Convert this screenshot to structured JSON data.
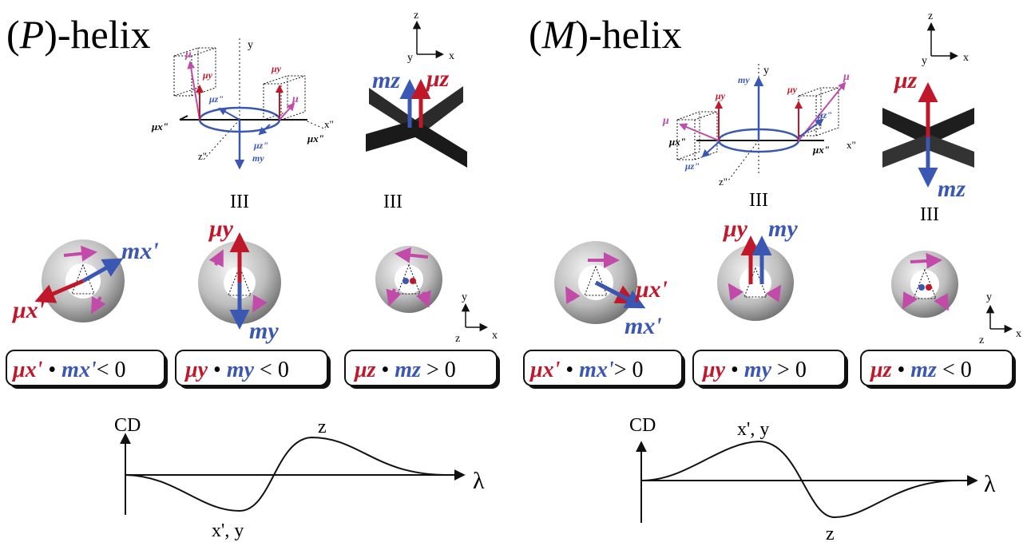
{
  "colors": {
    "red": "#c0172a",
    "blue": "#3a57b3",
    "magenta": "#c24aa8",
    "black": "#111111",
    "ring_gray": "#a9a9a9"
  },
  "panels": [
    {
      "id": "P",
      "title_letter": "P",
      "title_rest": "-helix",
      "helix": {
        "axis_labels": {
          "y": "y",
          "z": "z\"",
          "x": "x\""
        },
        "mu_x_left": "μx\"",
        "mu_x_right": "μx\"",
        "mu_upper_left": "μ",
        "mu_upper_right": "μ",
        "mu_y_left": "μy",
        "mu_y_right": "μy",
        "mu_z_top": "μz\"",
        "mu_z_bottom": "μz\"",
        "m_y": "my"
      },
      "side_view": {
        "axes": {
          "z": "z",
          "y": "y",
          "x": "x"
        },
        "m_z": "mz",
        "mu_z": "μz"
      },
      "equiv": "III",
      "bottom_axes": {
        "y": "y",
        "z": "z",
        "x": "x"
      },
      "views": [
        {
          "vector_labels": [
            "mx'",
            "μx'"
          ],
          "formula": {
            "left": "μx'",
            "right": "mx'",
            "relation": "< 0"
          }
        },
        {
          "vector_labels": [
            "μy",
            "my"
          ],
          "formula": {
            "left": "μy",
            "right": "my",
            "relation": "< 0"
          }
        },
        {
          "vector_labels": [],
          "formula": {
            "left": "μz",
            "right": "mz",
            "relation": "> 0"
          }
        }
      ],
      "cd": {
        "ylabel": "CD",
        "xlabel": "λ",
        "peak_neg_label": "x', y",
        "peak_pos_label": "z"
      }
    },
    {
      "id": "M",
      "title_letter": "M",
      "title_rest": "-helix",
      "helix": {
        "axis_labels": {
          "y": "y",
          "z": "z\"",
          "x": "x\""
        },
        "mu_x_left": "μx\"",
        "mu_x_right": "μx\"",
        "mu_upper_left": "μ",
        "mu_upper_right": "μ",
        "mu_y_left": "μy",
        "mu_y_right": "μy",
        "mu_z_top": "μz\"",
        "mu_z_bottom": "μz\"",
        "m_y": "my"
      },
      "side_view": {
        "axes": {
          "z": "z",
          "y": "y",
          "x": "x"
        },
        "m_z": "mz",
        "mu_z": "μz"
      },
      "equiv": "III",
      "bottom_axes": {
        "y": "y",
        "z": "z",
        "x": "x"
      },
      "views": [
        {
          "vector_labels": [
            "μx'",
            "mx'"
          ],
          "formula": {
            "left": "μx'",
            "right": "mx'",
            "relation": "> 0"
          }
        },
        {
          "vector_labels": [
            "μy",
            "my"
          ],
          "formula": {
            "left": "μy",
            "right": "my",
            "relation": "> 0"
          }
        },
        {
          "vector_labels": [],
          "formula": {
            "left": "μz",
            "right": "mz",
            "relation": "< 0"
          }
        }
      ],
      "cd": {
        "ylabel": "CD",
        "xlabel": "λ",
        "peak_pos_label": "x', y",
        "peak_neg_label": "z"
      }
    }
  ]
}
